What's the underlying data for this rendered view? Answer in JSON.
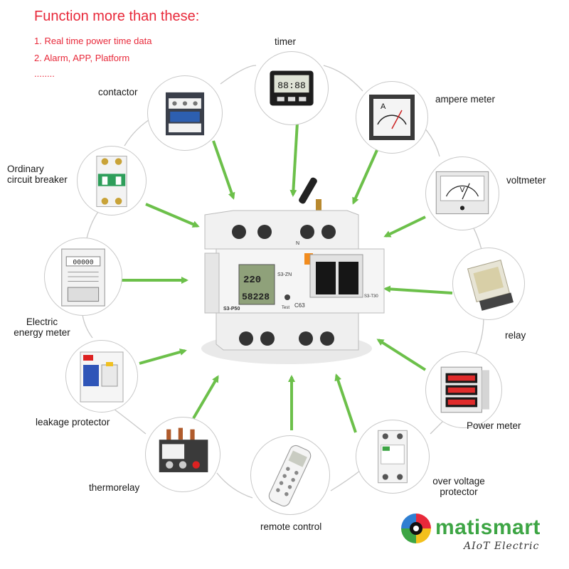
{
  "header": {
    "title": "Function more than these:",
    "items": [
      "1. Real time power time data",
      "2. Alarm, APP, Platform",
      "........"
    ]
  },
  "devices": {
    "timer": "timer",
    "contactor": "contactor",
    "ampere_meter": "ampere meter",
    "circuit_breaker_line1": "Ordinary",
    "circuit_breaker_line2": "circuit breaker",
    "voltmeter": "voltmeter",
    "energy_meter_line1": "Electric",
    "energy_meter_line2": "energy meter",
    "relay": "relay",
    "leakage_protector": "leakage protector",
    "power_meter": "Power meter",
    "thermorelay": "thermorelay",
    "remote_control": "remote control",
    "over_voltage_line1": "over voltage",
    "over_voltage_line2": "protector"
  },
  "center_device": {
    "display_top": "220",
    "display_bottom": "58228",
    "model_left": "S3-P50",
    "model_mid": "S3-ZN",
    "rating": "C63",
    "model_right": "S3-T30",
    "test_label": "Test"
  },
  "device_faces": {
    "voltmeter_unit": "V",
    "ampere_unit": "A",
    "timer_digits": "88:88",
    "energy_digits": "00000"
  },
  "brand": {
    "name": "matismart",
    "tagline": "AIoT Electric"
  },
  "colors": {
    "headline": "#e8293a",
    "arrow": "#6cc04a",
    "brand_green": "#3da544",
    "connector": "#c8c8c8"
  }
}
